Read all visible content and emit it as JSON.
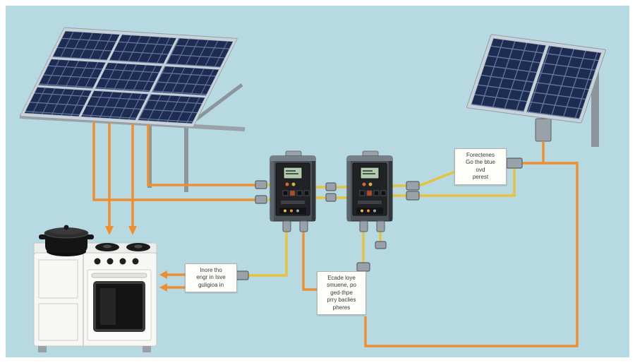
{
  "notes": {
    "note1": "Forectenes\nGo the btue\novd\nperest",
    "note2": "Inore tho\nengr in Isve\nguligioa in",
    "note3": "Ecade loye\nsmuene, po\nged-thpe\nprry baclies\npheres"
  },
  "components": {
    "left_array": "solar-panel-array-3x3",
    "right_array": "solar-panel-array-2",
    "controller_1": "solar-charge-controller",
    "controller_2": "solar-charge-controller",
    "stove": "gas-range-with-oven",
    "pot": "cooking-pot"
  },
  "colors": {
    "background": "#b7dae2",
    "frame": "#ffffff",
    "wire_orange": "#ee8f2f",
    "wire_yellow": "#e4c341",
    "panel_cell": "#1f2c52",
    "panel_grid": "#62799f",
    "panel_frame": "#c9d2d8",
    "metal": "#9aa2a9",
    "controller_body": "#4a5056",
    "controller_front": "#202226",
    "screen": "#b4c9ae",
    "stove_white": "#f7f7f5",
    "oven_glass": "#141414",
    "pot_black": "#141414",
    "note_bg": "#fdfdfa",
    "note_border": "#b5b5ad",
    "note_text": "#3a3a3a"
  }
}
